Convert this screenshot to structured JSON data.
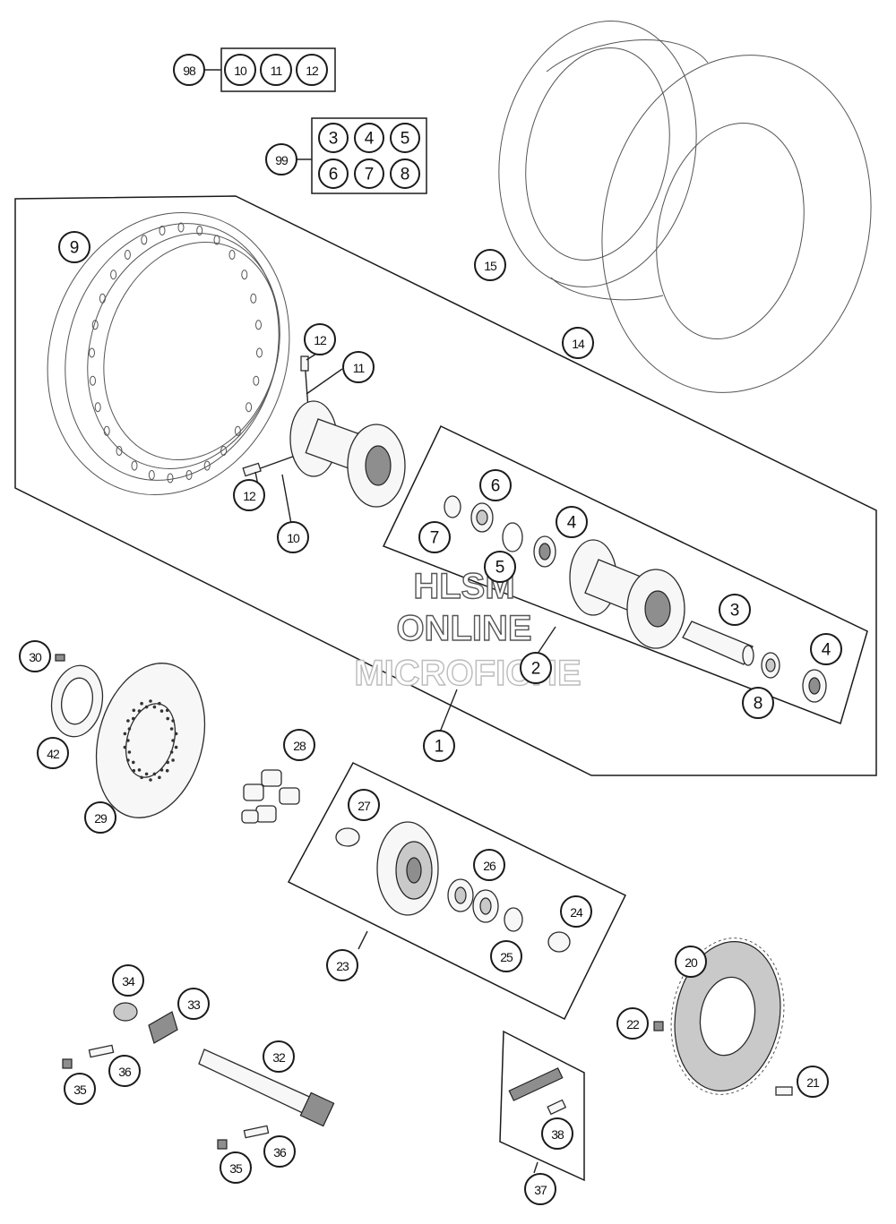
{
  "callouts": {
    "c98": "98",
    "c99": "99",
    "k10": "10",
    "k11": "11",
    "k12": "12",
    "k3": "3",
    "k4": "4",
    "k5": "5",
    "k6": "6",
    "k7": "7",
    "k8": "8",
    "p1": "1",
    "p2": "2",
    "p3": "3",
    "p4a": "4",
    "p4b": "4",
    "p5": "5",
    "p6": "6",
    "p7": "7",
    "p8": "8",
    "p9": "9",
    "p10": "10",
    "p11": "11",
    "p12a": "12",
    "p12b": "12",
    "p14": "14",
    "p15": "15",
    "p20": "20",
    "p21": "21",
    "p22": "22",
    "p23": "23",
    "p24": "24",
    "p25": "25",
    "p26": "26",
    "p27": "27",
    "p28": "28",
    "p29": "29",
    "p30": "30",
    "p32": "32",
    "p33": "33",
    "p34": "34",
    "p35a": "35",
    "p35b": "35",
    "p36a": "36",
    "p36b": "36",
    "p37": "37",
    "p38": "38",
    "p42": "42"
  },
  "watermark": {
    "line1": "HLSM",
    "line2": "ONLINE",
    "line3": "MICROFICHE"
  },
  "colors": {
    "line": "#1a1a1a",
    "part_fill": "#f7f7f7",
    "dark_fill": "#8e8e8e"
  }
}
